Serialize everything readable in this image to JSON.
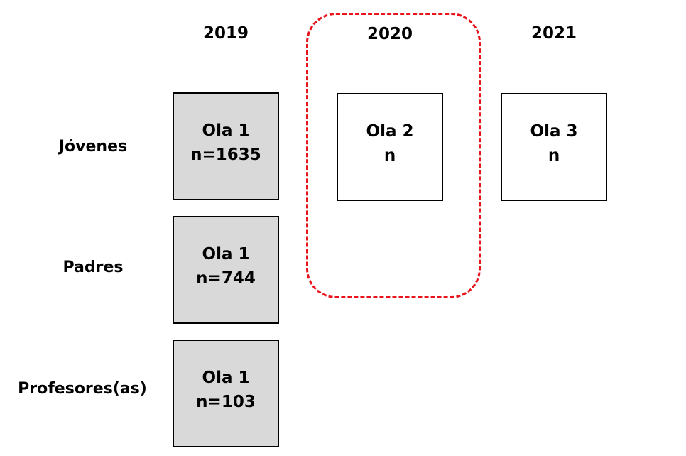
{
  "colors": {
    "highlight": "#e8131b",
    "filled_box": "#d9d9d9",
    "border": "#000000"
  },
  "years": [
    "2019",
    "2020",
    "2021"
  ],
  "groups": [
    "Jóvenes",
    "Padres",
    "Profesores(as)"
  ],
  "boxes": {
    "jovenes_2019": {
      "wave": "Ola 1",
      "n": "n=1635"
    },
    "jovenes_2020": {
      "wave": "Ola 2",
      "n": "n"
    },
    "jovenes_2021": {
      "wave": "Ola 3",
      "n": "n"
    },
    "padres_2019": {
      "wave": "Ola 1",
      "n": "n=744"
    },
    "profesores_2019": {
      "wave": "Ola 1",
      "n": "n=103"
    }
  }
}
